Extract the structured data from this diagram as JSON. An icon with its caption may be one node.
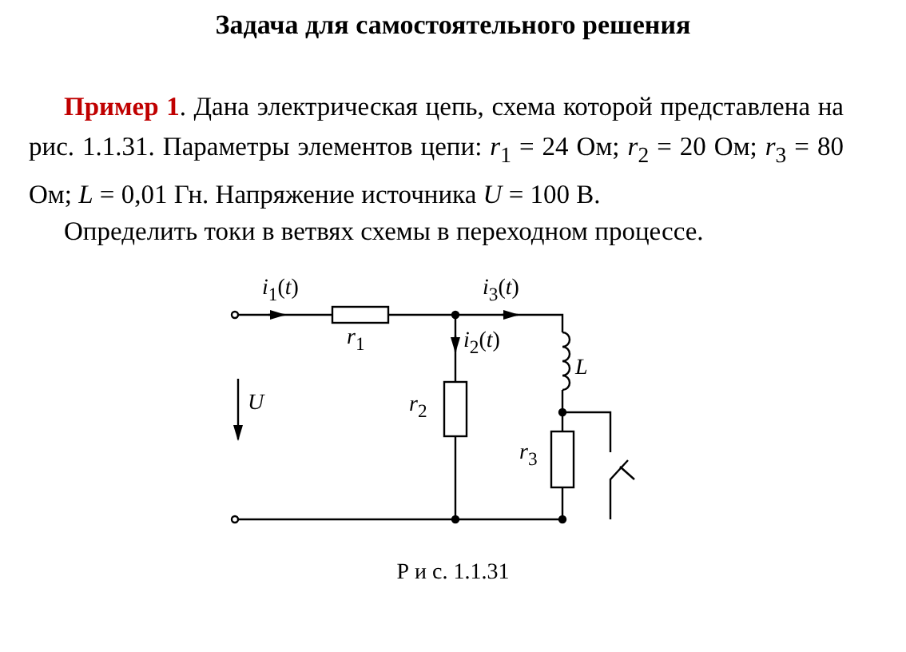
{
  "diagram": {
    "title": "Задача для самостоятельного решения",
    "caption": "Р и с. 1.1.31",
    "labels": [
      "**Пример 1**. Дана электрическая цепь, схема которой представлена на рис. 1.1.31. Параметры элементов цепи: *r*$_{1}$ = 24 Ом; *r*$_{2}$ = 20 Ом; *r*$_{3}$ = 80 Ом; *L* = 0,01 Гн. Напряжение источника *U* = 100 В.",
      "Определить токи в ветвях схемы в переходном процессе.",
      "*i*$_{1}$(*t*)",
      "*i*$_{3}$(*t*)",
      "*r*$_{1}$",
      "*i*$_{2}$(*t*)",
      "*L*",
      "*U*",
      "*r*$_{2}$",
      "*r*$_{3}$"
    ]
  }
}
